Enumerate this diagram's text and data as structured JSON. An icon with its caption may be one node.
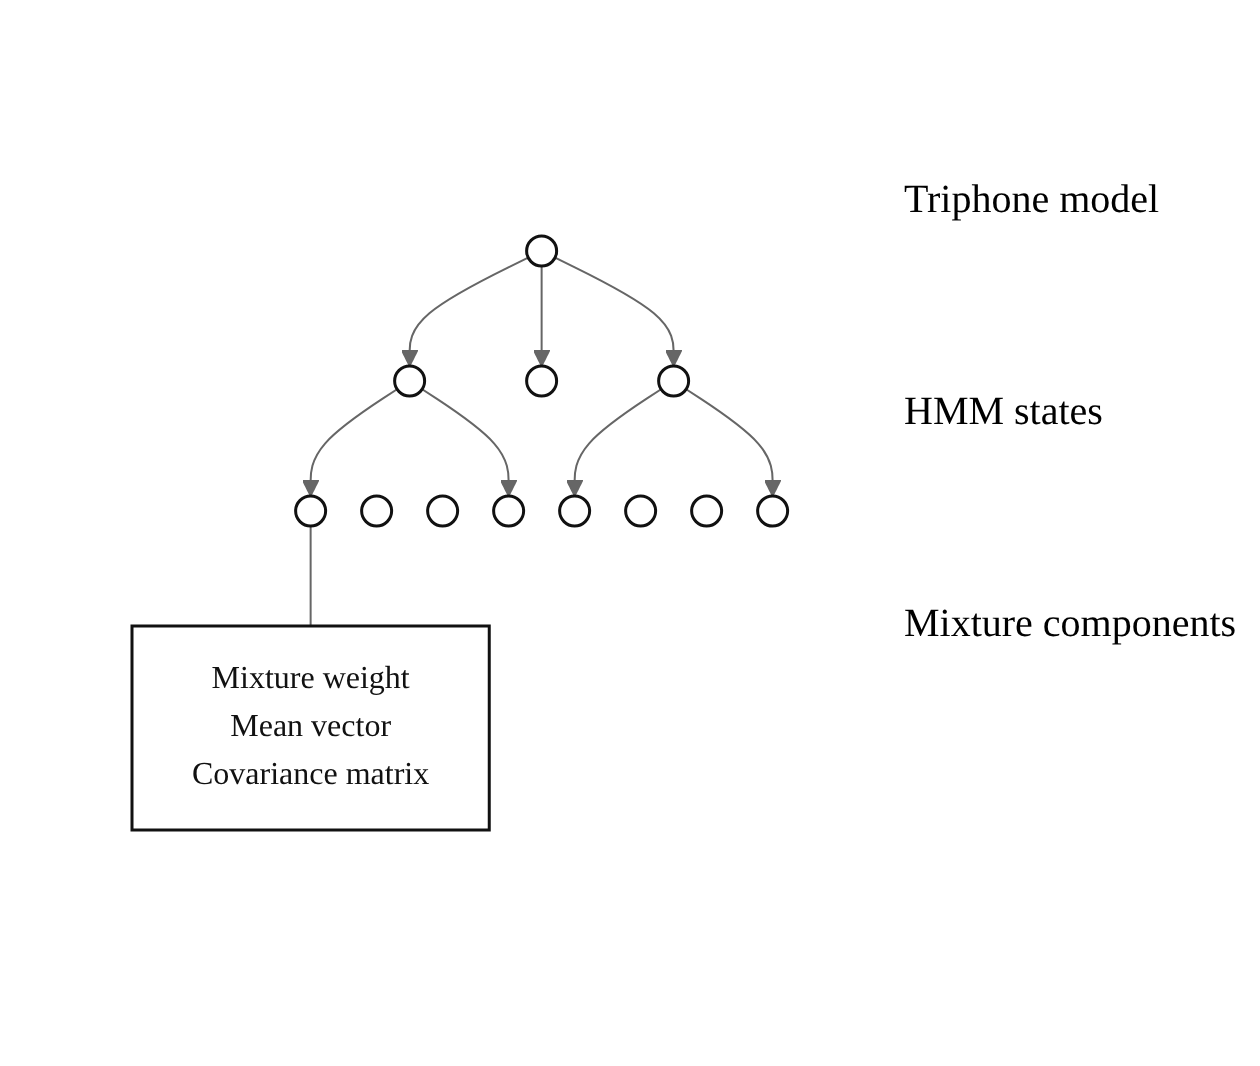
{
  "diagram": {
    "nodes": [
      {
        "text": [],
        "shape": "circle"
      },
      {
        "text": [],
        "shape": "circle"
      },
      {
        "text": [],
        "shape": "circle"
      },
      {
        "text": [],
        "shape": "circle"
      },
      {
        "text": [],
        "shape": "circle"
      },
      {
        "text": [],
        "shape": "circle"
      },
      {
        "text": [],
        "shape": "circle"
      },
      {
        "text": [],
        "shape": "circle"
      },
      {
        "text": [],
        "shape": "circle"
      },
      {
        "text": [],
        "shape": "circle"
      },
      {
        "text": [],
        "shape": "circle"
      },
      {
        "text": [],
        "shape": "circle"
      },
      {
        "text": [
          "Mixture weight",
          "Mean vector",
          "Covariance matrix"
        ]
      }
    ],
    "edges": [
      {
        "from": 0,
        "to": 1,
        "arrow": "to"
      },
      {
        "from": 0,
        "to": 2,
        "arrow": "to"
      },
      {
        "from": 0,
        "to": 3,
        "arrow": "to"
      },
      {
        "from": 1,
        "to": 4,
        "arrow": "to"
      },
      {
        "from": 1,
        "to": 7,
        "arrow": "to"
      },
      {
        "from": 3,
        "to": 8,
        "arrow": "to"
      },
      {
        "from": 3,
        "to": 11,
        "arrow": "to"
      },
      {
        "from": 4,
        "to": 12,
        "arrow": "none"
      }
    ],
    "labels": [
      "Triphone model",
      "HMM states",
      "Mixture components"
    ]
  }
}
